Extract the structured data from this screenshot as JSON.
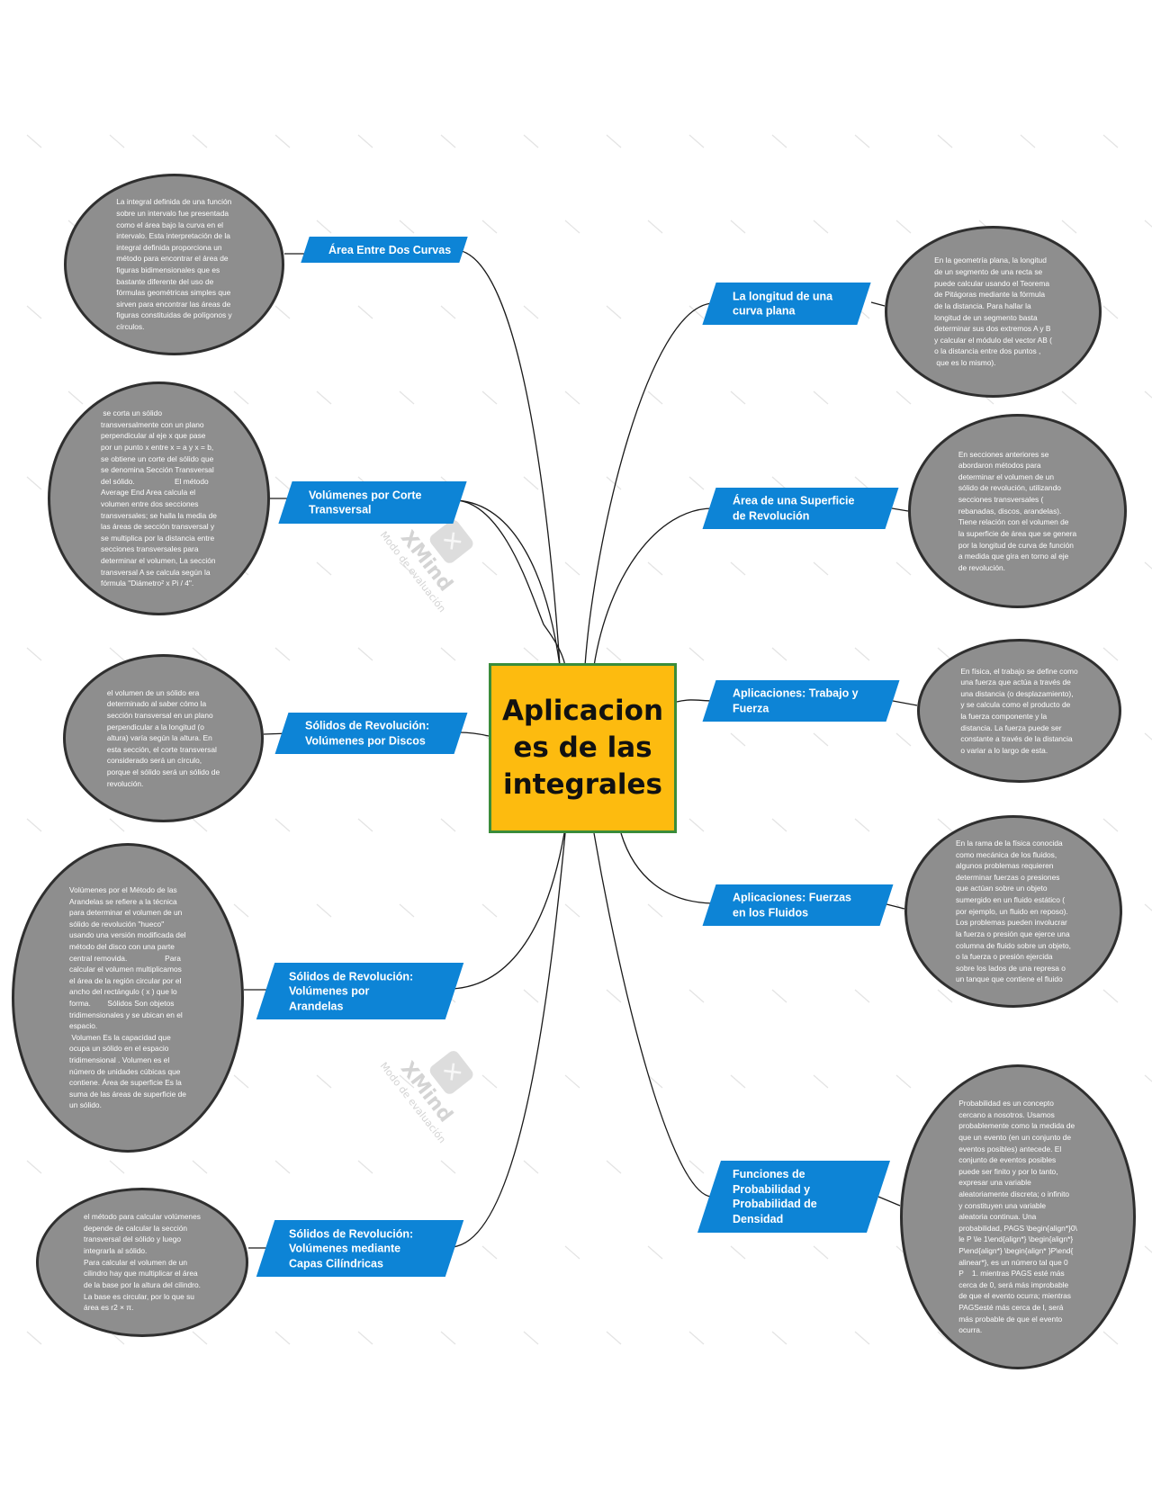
{
  "central": {
    "title": "Aplicacion\nes de las\nintegrales"
  },
  "watermark": {
    "logo": "✕",
    "name": "XMind",
    "mode": "Modo de evaluación"
  },
  "colors": {
    "topic": "#0d84d6",
    "central": "#fdbb0f",
    "central_border": "#3a8c3a",
    "ellipse": "#8e8e8e",
    "ellipse_border": "#2f2f2f"
  },
  "left_topics": [
    {
      "label": "Área Entre Dos Curvas",
      "note": "La integral definida de una función\nsobre un intervalo fue presentada\ncomo el área bajo la curva en el\nintervalo. Esta interpretación de la\nintegral definida proporciona un\nmétodo para encontrar el área de\nfiguras bidimensionales que es\nbastante diferente del uso de\nfórmulas geométricas simples que\nsirven para encontrar las áreas de\nfiguras constituidas de polígonos y\ncírculos."
    },
    {
      "label": "Volúmenes por Corte\nTransversal",
      "note": " se corta un sólido\ntransversalmente con un plano\nperpendicular al eje x que pase\npor un punto x entre x = a y x = b,\nse obtiene un corte del sólido que\nse denomina Sección Transversal\ndel sólido.                   El método\nAverage End Area calcula el\nvolumen entre dos secciones\ntransversales; se halla la media de\nlas áreas de sección transversal y\nse multiplica por la distancia entre\nsecciones transversales para\ndeterminar el volumen, La sección\ntransversal A se calcula según la\nfórmula \"Diámetro² x Pi / 4\"."
    },
    {
      "label": "Sólidos de Revolución:\nVolúmenes por Discos",
      "note": "el volumen de un sólido era\ndeterminado al saber cómo la\nsección transversal en un plano\nperpendicular a la longitud (o\naltura) varía según la altura. En\nesta sección, el corte transversal\nconsiderado será un círculo,\nporque el sólido será un sólido de\nrevolución."
    },
    {
      "label": "Sólidos de Revolución:\nVolúmenes por\nArandelas",
      "note": "Volúmenes por el Método de las\nArandelas se refiere a la técnica\npara determinar el volumen de un\nsólido de revolución \"hueco\"\nusando una versión modificada del\nmétodo del disco con una parte\ncentral removida.                  Para\ncalcular el volumen multiplicamos\nel área de la región circular por el\nancho del rectángulo ( x ) que lo\nforma.        Sólidos Son objetos\ntridimensionales y se ubican en el\nespacio.\n Volumen Es la capacidad que\nocupa un sólido en el espacio\ntridimensional . Volumen es el\nnúmero de unidades cúbicas que\ncontiene. Área de superficie Es la\nsuma de las áreas de superficie de\nun sólido."
    },
    {
      "label": "Sólidos de Revolución:\nVolúmenes mediante\nCapas Cilíndricas",
      "note": "el método para calcular volúmenes\ndepende de calcular la sección\ntransversal del sólido y luego\nintegrarla al sólido.\nPara calcular el volumen de un\ncilindro hay que multiplicar el área\nde la base por la altura del cilindro.\nLa base es circular, por lo que su\nárea es r2 × π."
    }
  ],
  "right_topics": [
    {
      "label": "La longitud de una\ncurva plana",
      "note": "En la geometría plana, la longitud\nde un segmento de una recta se\npuede calcular usando el Teorema\nde Pitágoras mediante la fórmula\nde la distancia. Para hallar la\nlongitud de un segmento basta\ndeterminar sus dos extremos A y B\ny calcular el módulo del vector AB (\no la distancia entre dos puntos ,\n que es lo mismo)."
    },
    {
      "label": "Área de una Superficie\nde Revolución",
      "note": "En secciones anteriores se\nabordaron métodos para\ndeterminar el volumen de un\nsólido de revolución, utilizando\nsecciones transversales (\nrebanadas, discos, arandelas).\nTiene relación con el volumen de\nla superficie de área que se genera\npor la longitud de curva de función\na medida que gira en torno al eje\nde revolución."
    },
    {
      "label": "Aplicaciones: Trabajo y\nFuerza",
      "note": "En física, el trabajo se define como\nuna fuerza que actúa a través de\nuna distancia (o desplazamiento),\ny se calcula como el producto de\nla fuerza componente y la\ndistancia. La fuerza puede ser\nconstante a través de la distancia\no variar a lo largo de esta."
    },
    {
      "label": "Aplicaciones: Fuerzas\nen los Fluidos",
      "note": "En la rama de la física conocida\ncomo mecánica de los fluidos,\nalgunos problemas requieren\ndeterminar fuerzas o presiones\nque actúan sobre un objeto\nsumergido en un fluido estático (\npor ejemplo, un fluido en reposo).\nLos problemas pueden involucrar\nla fuerza o presión que ejerce una\ncolumna de fluido sobre un objeto,\no la fuerza o presión ejercida\nsobre los lados de una represa o\nun tanque que contiene el fluido"
    },
    {
      "label": "Funciones de\nProbabilidad y\nProbabilidad de\nDensidad",
      "note": "Probabilidad es un concepto\ncercano a nosotros. Usamos\nprobablemente como la medida de\nque un evento (en un conjunto de\neventos posibles) antecede. El\nconjunto de eventos posibles\npuede ser finito y por lo tanto,\nexpresar una variable\naleatoriamente discreta; o infinito\ny constituyen una variable\naleatoria continua. Una\nprobabilidad, PAGS \\begin{align*}0\\\nle P \\le 1\\end{align*} \\begin{align*}\nP\\end{align*} \\begin{align* }P\\end{\nalinear*}, es un número tal que 0\nP    1. mientras PAGS esté más\ncerca de 0, será más improbable\nde que el evento ocurra; mientras\nPAGSesté más cerca de l, será\nmás probable de que el evento\nocurra."
    }
  ]
}
